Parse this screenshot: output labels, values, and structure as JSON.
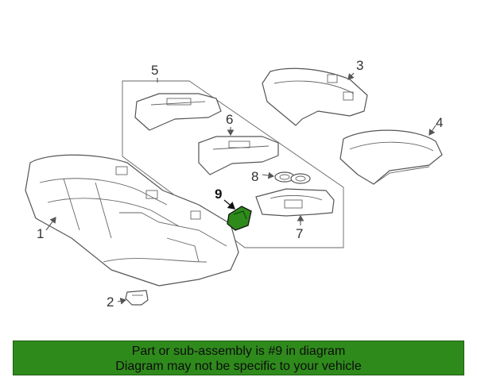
{
  "callouts": {
    "c1": "1",
    "c2": "2",
    "c3": "3",
    "c4": "4",
    "c5": "5",
    "c6": "6",
    "c7": "7",
    "c8": "8",
    "c9": "9"
  },
  "highlight_part": "9",
  "highlight_color": "#2f8a1c",
  "banner": {
    "line1": "Part or sub-assembly is #9 in diagram",
    "line2": "Diagram may not be specific to your vehicle",
    "background": "#2f8a1c"
  }
}
